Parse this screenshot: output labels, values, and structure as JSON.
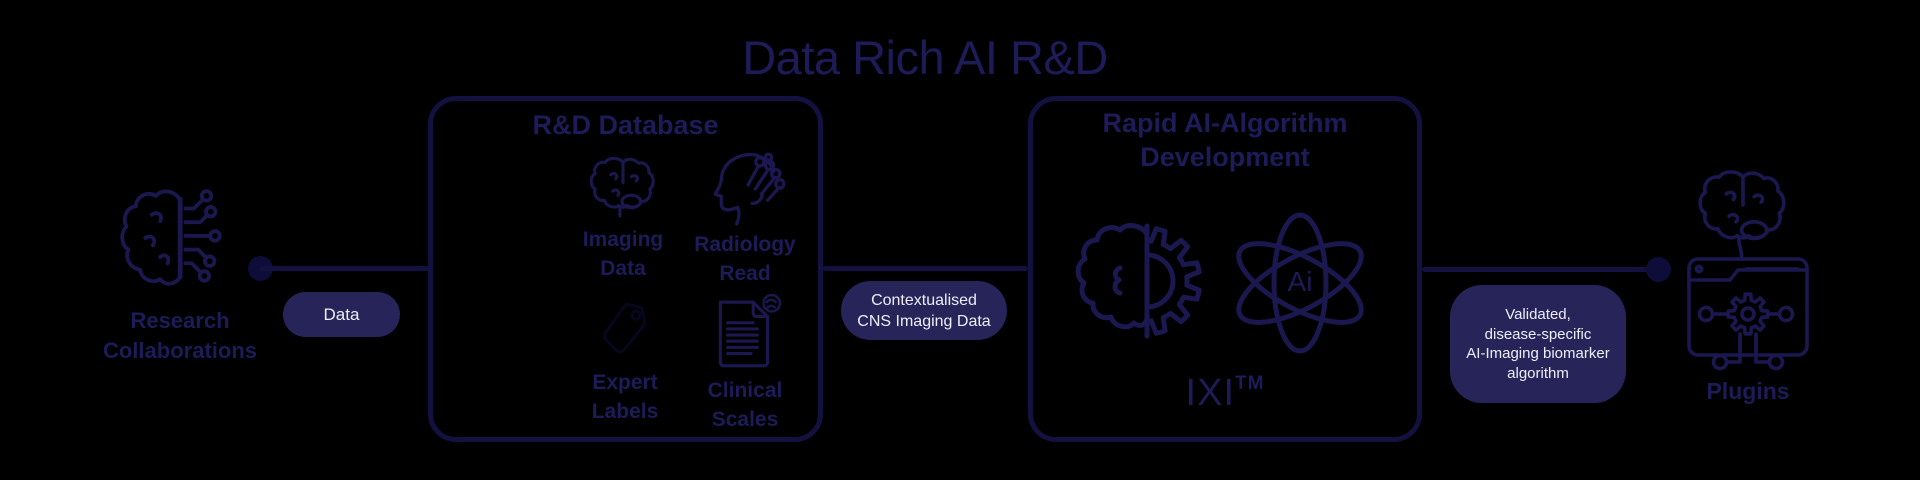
{
  "title": "Data Rich AI R&D",
  "nodes": {
    "research": {
      "icon": "circuit-brain-icon",
      "label_line1": "Research",
      "label_line2": "Collaborations"
    },
    "plugins": {
      "icon": "browser-gear-icon",
      "brain_icon": "brain-icon",
      "label": "Plugins"
    }
  },
  "pills": {
    "data": {
      "text": "Data"
    },
    "contextualised": {
      "line1": "Contextualised",
      "line2": "CNS Imaging Data"
    },
    "validated": {
      "line1": "Validated,",
      "line2": "disease-specific",
      "line3": "AI-Imaging biomarker",
      "line4": "algorithm"
    }
  },
  "boxes": {
    "database": {
      "title": "R&D Database",
      "items": [
        {
          "icon": "brain-icon",
          "label_line1": "Imaging",
          "label_line2": "Data"
        },
        {
          "icon": "head-circuit-icon",
          "label_line1": "Radiology",
          "label_line2": "Read"
        },
        {
          "icon": "tag-icon",
          "label_line1": "Expert",
          "label_line2": "Labels"
        },
        {
          "icon": "document-brain-icon",
          "label_line1": "Clinical",
          "label_line2": "Scales"
        }
      ]
    },
    "development": {
      "title_line1": "Rapid AI-Algorithm",
      "title_line2": "Development",
      "gear_icon": "gear-brain-icon",
      "atom_icon": "atom-icon",
      "atom_label": "Ai",
      "product": "IXI",
      "trademark": "TM"
    }
  },
  "colors": {
    "background": "#000000",
    "outline_navy": "#13113f",
    "icon_navy": "#1b1850",
    "text_navy": "#1d1b58",
    "pill_background": "#262459",
    "pill_text": "#eeeef8"
  }
}
